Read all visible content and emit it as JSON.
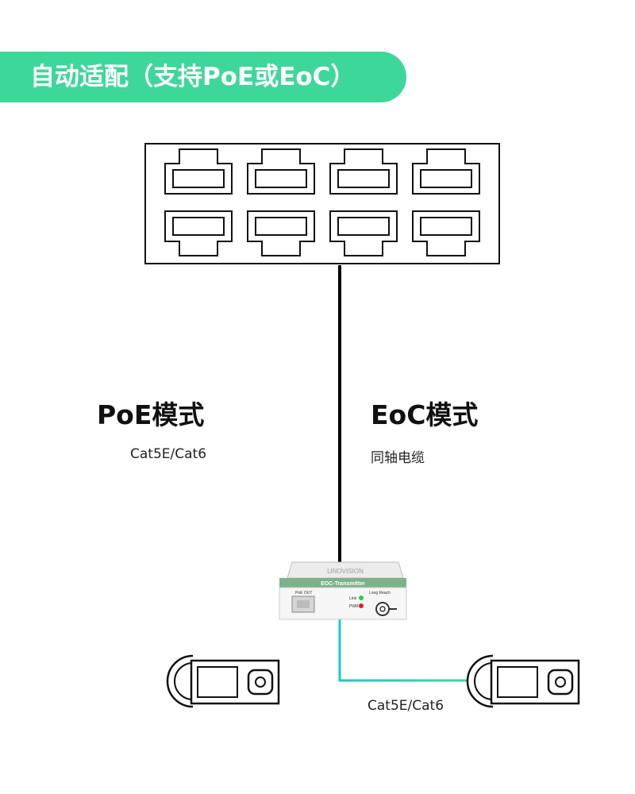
{
  "header": {
    "title": "自动适配（支持PoE或EoC）"
  },
  "poe": {
    "mode_label": "PoE模式",
    "cable_label": "Cat5E/Cat6"
  },
  "eoc": {
    "mode_label": "EoC模式",
    "cable_label": "同轴电缆",
    "camera_cable_label": "Cat5E/Cat6"
  },
  "transmitter": {
    "brand": "LINOVISION",
    "model": "EOC-Transmitter",
    "port_label": "PoE OUT",
    "led_link_label": "Link",
    "led_pwr_label": "PWR",
    "switch_label": "Long Reach"
  },
  "colors": {
    "banner": "#3ed79a",
    "poe_line_top": "#3ed79a",
    "poe_line_bottom": "#22c3cc",
    "eoc_line": "#000000",
    "camera_line": "#3ed79a",
    "led_link": "#2ecc40",
    "led_pwr": "#e02020"
  },
  "switch_port_count": 8
}
